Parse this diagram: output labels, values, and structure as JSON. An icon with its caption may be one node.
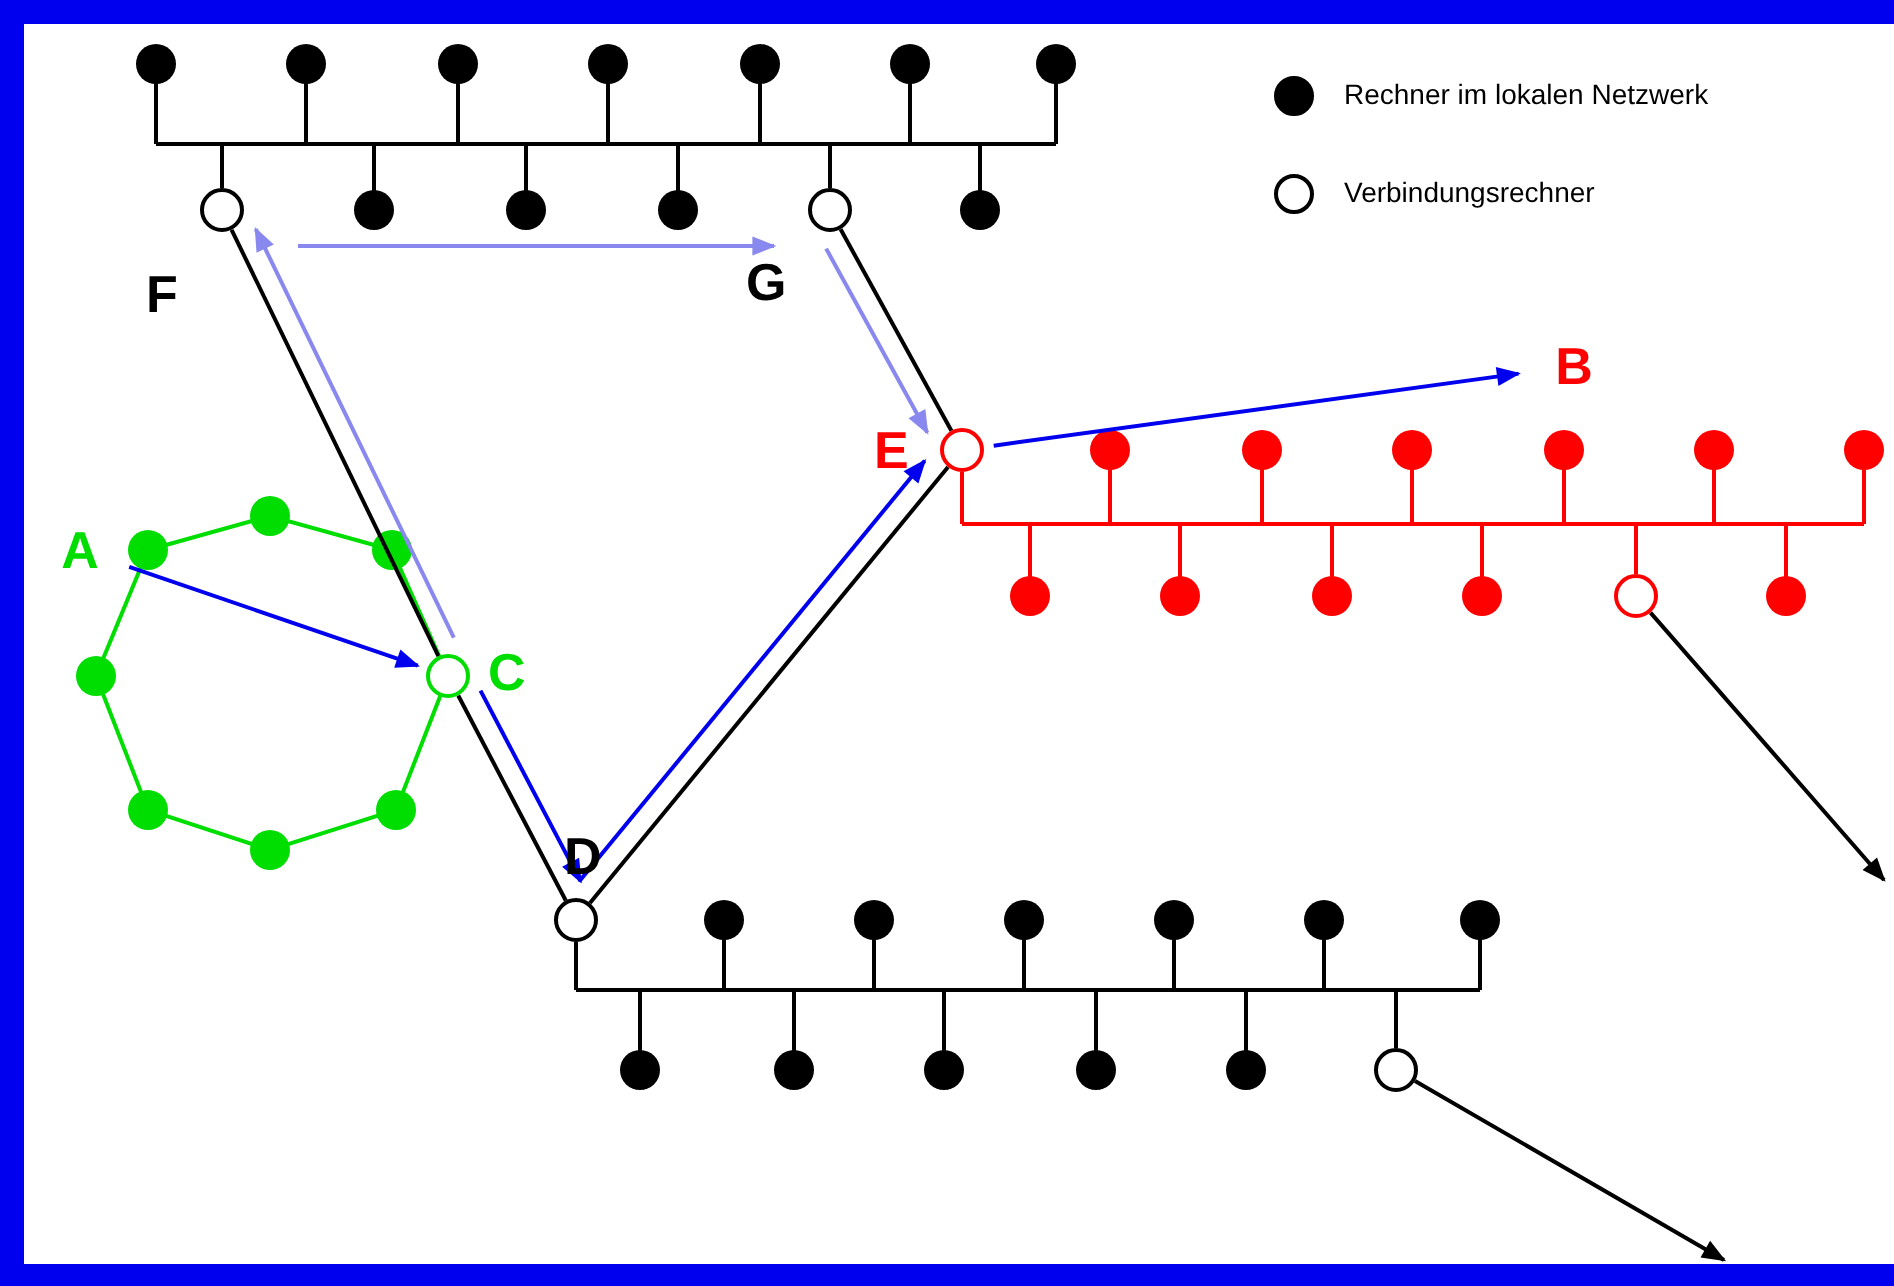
{
  "diagram": {
    "nodes": [
      {
        "text": [],
        "shape": "circle",
        "beside": [
          "F"
        ]
      },
      {
        "text": [],
        "shape": "circle",
        "beside": [
          "G"
        ]
      },
      {
        "text": [],
        "shape": "circle",
        "beside": [
          "E"
        ]
      },
      {
        "text": [],
        "shape": "circle",
        "beside": [
          "C"
        ]
      },
      {
        "text": [],
        "shape": "circle",
        "beside": [
          "D"
        ]
      },
      {
        "text": [],
        "shape": "circle"
      },
      {
        "text": [],
        "shape": "circle"
      },
      {
        "text": [
          "A"
        ]
      },
      {
        "text": [
          "B"
        ]
      }
    ],
    "edges": [
      {
        "from": 0,
        "to": 3,
        "arrow": "none"
      },
      {
        "from": 3,
        "to": 4,
        "arrow": "none"
      },
      {
        "from": 4,
        "to": 2,
        "arrow": "none"
      },
      {
        "from": 1,
        "to": 2,
        "arrow": "none"
      },
      {
        "from": 7,
        "to": 3,
        "arrow": "to",
        "color": "#0000ee"
      },
      {
        "from": 3,
        "to": 4,
        "arrow": "to",
        "color": "#0000ee"
      },
      {
        "from": 4,
        "to": 2,
        "arrow": "to",
        "color": "#0000ee"
      },
      {
        "from": 2,
        "to": 8,
        "arrow": "to",
        "color": "#0000ee"
      },
      {
        "from": 3,
        "to": 0,
        "arrow": "to",
        "color": "#8888ee"
      },
      {
        "from": 0,
        "to": 1,
        "arrow": "to",
        "color": "#8888ee"
      },
      {
        "from": 1,
        "to": 2,
        "arrow": "to",
        "color": "#8888ee"
      },
      {
        "from": 5,
        "to": null,
        "arrow": "to"
      },
      {
        "from": 6,
        "to": null,
        "arrow": "to"
      }
    ],
    "legend": [
      {
        "text": "Rechner im lokalen Netzwerk"
      },
      {
        "text": "Verbindungsrechner"
      }
    ]
  }
}
